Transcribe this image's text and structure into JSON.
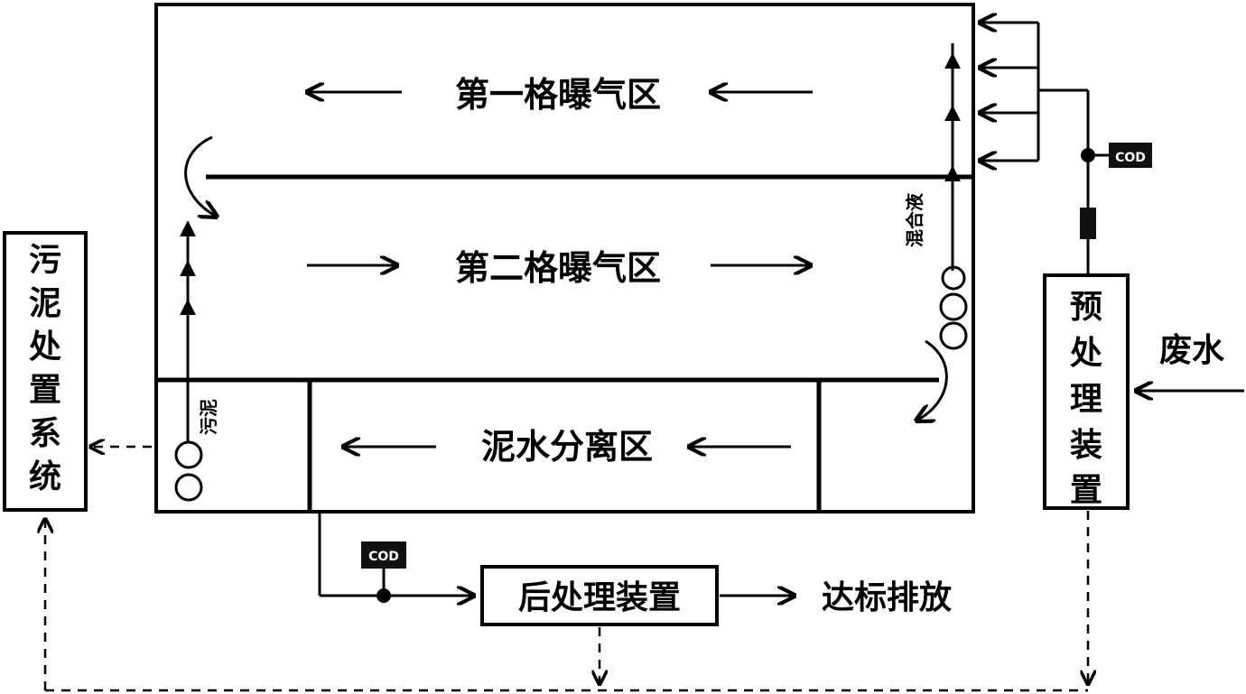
{
  "zones": {
    "aeration1": "第一格曝气区",
    "aeration2": "第二格曝气区",
    "separation": "泥水分离区"
  },
  "pumps": {
    "mixed_liquor": "混合液",
    "sludge": "污泥"
  },
  "units": {
    "sludge_system": "污泥处置系统",
    "pretreatment": "预处理装置",
    "posttreatment": "后处理装置"
  },
  "labels": {
    "wastewater": "废水",
    "discharge": "达标排放"
  },
  "sensors": {
    "cod_inlet": "COD",
    "cod_outlet": "COD"
  }
}
